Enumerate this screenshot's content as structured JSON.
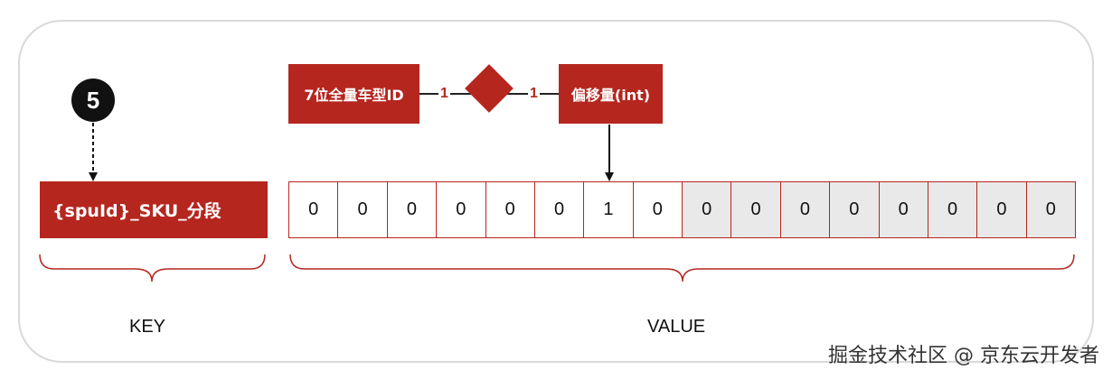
{
  "diagram": {
    "badge_number": "5",
    "key_box": {
      "text": "{spuId}_SKU_分段"
    },
    "car_id_box": {
      "text": "7位全量车型ID"
    },
    "offset_box": {
      "text": "偏移量(int)"
    },
    "relation": {
      "left_cardinality": "1",
      "right_cardinality": "1"
    },
    "bits": [
      "0",
      "0",
      "0",
      "0",
      "0",
      "0",
      "1",
      "0",
      "0",
      "0",
      "0",
      "0",
      "0",
      "0",
      "0",
      "0"
    ],
    "bits_highlight_count": 8,
    "key_label": "KEY",
    "value_label": "VALUE",
    "watermark": "掘金技术社区 @ 京东云开发者"
  },
  "colors": {
    "accent_red": "#b5261f",
    "grey_cell": "#e9e9e9",
    "frame_border": "#d9d9d9"
  }
}
